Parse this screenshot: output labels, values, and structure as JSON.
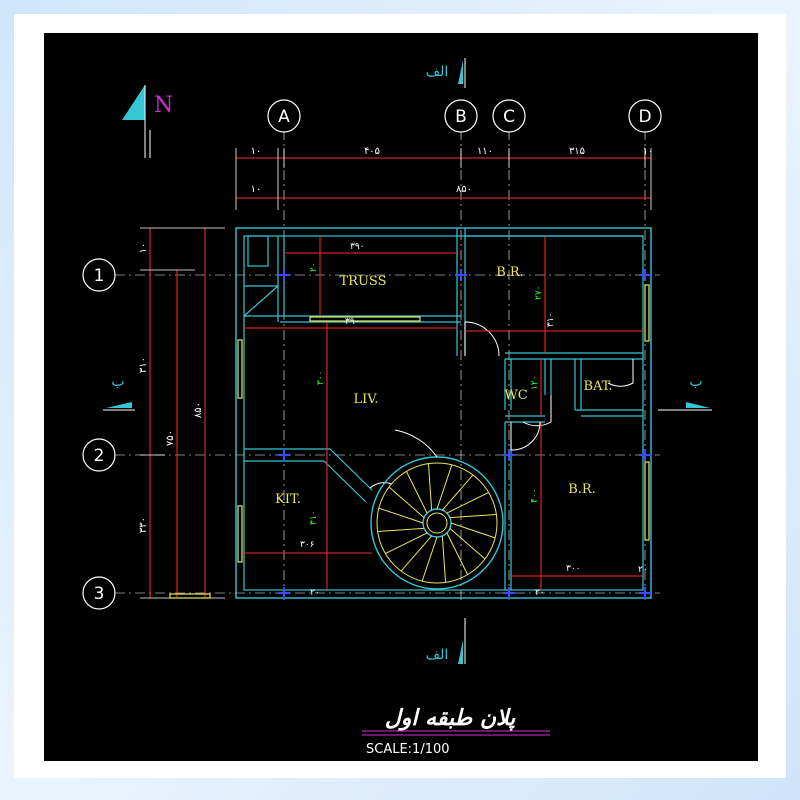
{
  "north": {
    "label": "N"
  },
  "grid_columns": [
    "A",
    "B",
    "C",
    "D"
  ],
  "grid_rows": [
    "1",
    "2",
    "3"
  ],
  "section_cuts": {
    "a": "الف",
    "b": "ب"
  },
  "dimensions_top_row1": [
    "۱۰",
    "۴۰۵",
    "۱۱۰",
    "۳۱۵",
    "۱۰"
  ],
  "dimensions_top_row2": [
    "۱۰",
    "۸۵۰"
  ],
  "dimensions_left_inner": [
    "۱۰",
    "۳۱۰",
    "۳۳۰"
  ],
  "dimensions_left_mid": "۷۵۰",
  "dimensions_left_outer": "۸۵۰",
  "rooms": {
    "truss": "TRUSS",
    "br_top": "B.R.",
    "liv": "LIV.",
    "wc": "WC",
    "bat": "BAT.",
    "kit": "KIT.",
    "br_bottom": "B.R."
  },
  "inner_dims": {
    "truss_width": "۳۹۰",
    "truss_height": "۲۰",
    "truss_bottom": "۳۹۰",
    "br_top_height": "۲۷۰",
    "br_top_width": "۳۱۰",
    "liv_height": "۳۰۰",
    "wc_height": "۱۲۰",
    "kit_height": "۳۱۰",
    "kit_width": "۳۰۶",
    "br_bottom_height": "۴۰۰",
    "br_bottom_width": "۳۰۰",
    "wall_small_1": "۲۰",
    "wall_small_2": "۲۰",
    "wall_small_3": "۲۰"
  },
  "title": "پلان طبقه اول",
  "scale": "SCALE:1/100",
  "colors": {
    "background": "#000000",
    "wall": "#35c6d4",
    "window": "#e8e85a",
    "dimension": "#ff2a2a",
    "column": "#3a4aff",
    "north": "#cc33cc"
  }
}
